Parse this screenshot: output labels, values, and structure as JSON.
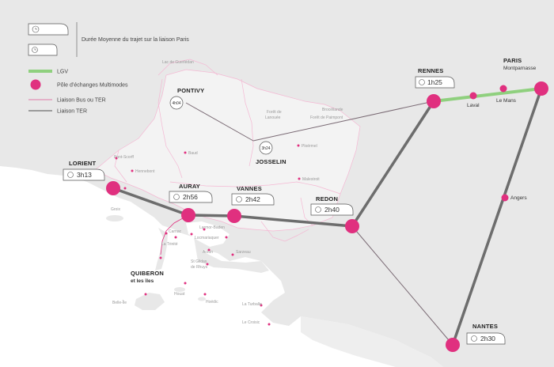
{
  "legend": {
    "duration": "Durée Moyenne du trajet sur la liaison Paris",
    "lgv": "LGV",
    "hub": "Pôle d’échanges Multimodes",
    "bus_ter": "Liaison Bus ou TER",
    "ter": "Liaison TER"
  },
  "cities": {
    "paris": "PARIS",
    "montparnasse": "Montparnasse",
    "rennes": "RENNES",
    "nantes": "NANTES",
    "lorient": "LORIENT",
    "auray": "AURAY",
    "vannes": "VANNES",
    "redon": "REDON",
    "pontivy": "PONTIVY",
    "josselin": "JOSSELIN",
    "quiberon": "QUIBERON",
    "iles": "et les îles"
  },
  "stations": {
    "laval": "Laval",
    "le_mans": "Le Mans",
    "angers": "Angers"
  },
  "times": {
    "rennes": "1h25",
    "lorient": "3h13",
    "auray": "2h56",
    "vannes": "2h42",
    "redon": "2h40",
    "nantes": "2h30",
    "pontivy": "4h04",
    "josselin": "3h24"
  },
  "places": {
    "lac": "Lac de Guerlédan",
    "foret_lanouee_1": "Forêt de",
    "foret_lanouee_2": "Lanouée",
    "broceliande_1": "Brocéliande",
    "broceliande_2": "Forêt de Paimpont",
    "ploermel": "Ploërmel",
    "malestroit": "Malestroit",
    "baud": "Baud",
    "pont_scorff": "Pont-Scorff",
    "hennebont": "Hennebont",
    "groix": "Groix",
    "carnac": "Carnac",
    "la_trinite": "La Trinité",
    "locmariaquer": "Locmariaquer",
    "larmor_baden": "Larmor-Baden",
    "arzon": "Arzon",
    "sarzeau": "Sarzeau",
    "st_gildas_1": "St Gildas",
    "st_gildas_2": "de Rhuys",
    "houat": "Houat",
    "hoedic": "Hoëdic",
    "belle_ile": "Belle-Île",
    "la_turballe": "La Turballe",
    "le_croisic": "Le Croisic"
  },
  "colors": {
    "hub": "#e0307f",
    "lgv": "#8fd07e",
    "ter": "#6d6d6d",
    "bus": "#e07aa8",
    "land": "#e8e8e8",
    "sea": "#ffffff"
  }
}
